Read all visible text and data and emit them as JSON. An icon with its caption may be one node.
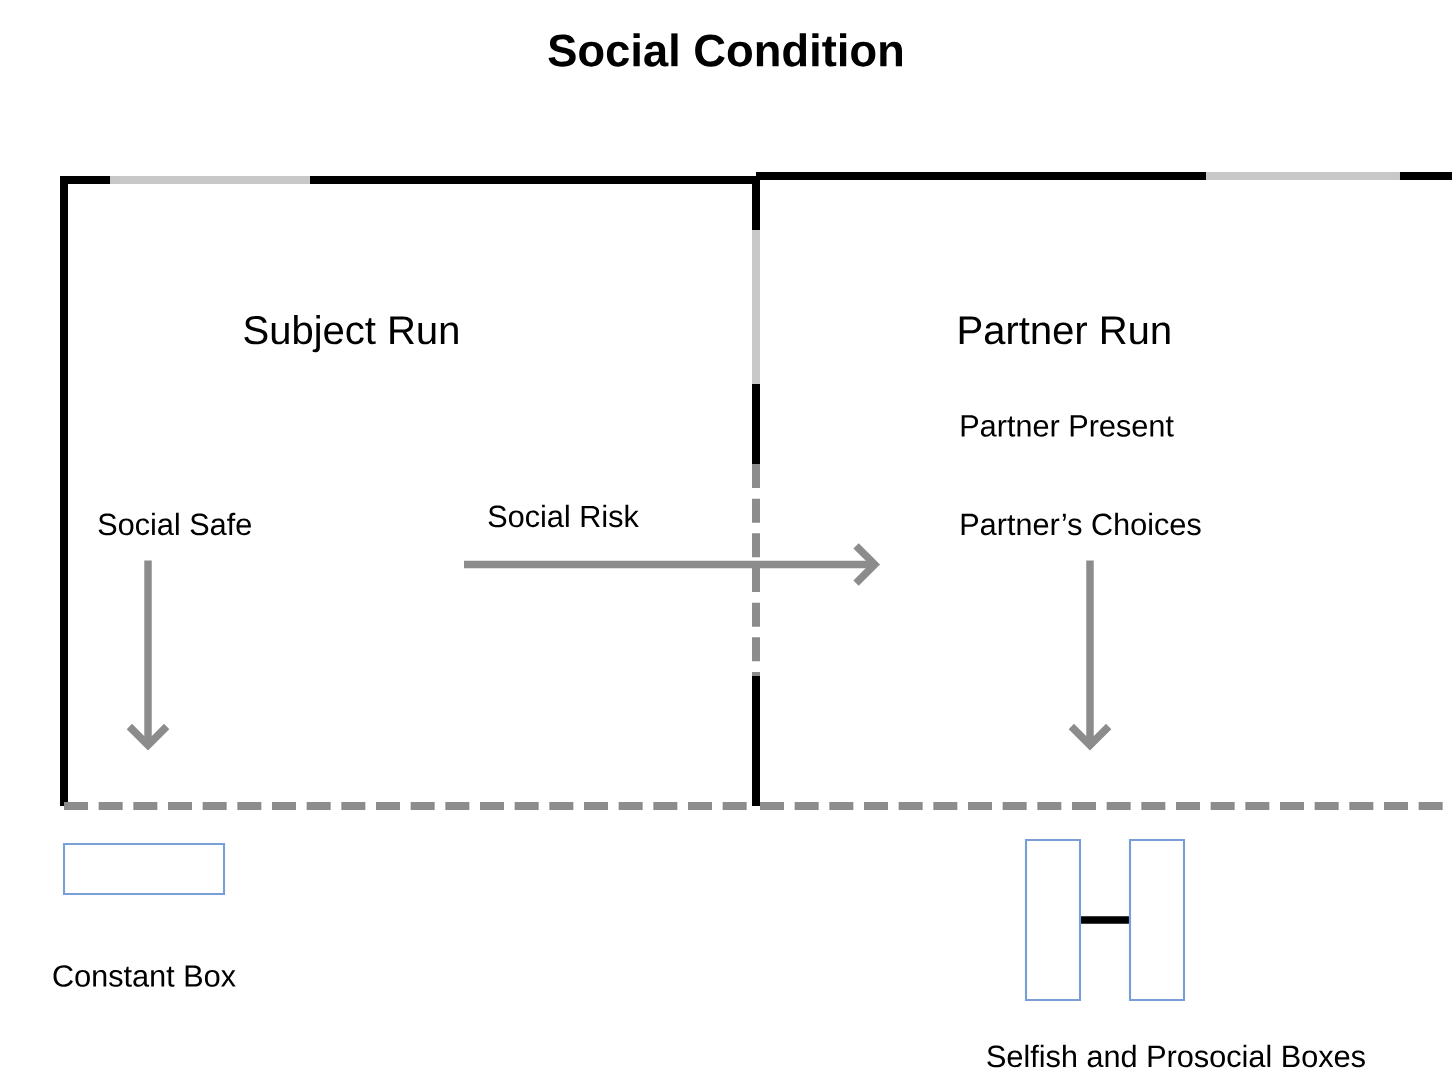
{
  "diagram": {
    "title": "Social Condition",
    "nodes": [
      {
        "text": [
          "Subject Run"
        ]
      },
      {
        "text": [
          "Partner Run"
        ]
      },
      {
        "text": [
          "Social Safe"
        ],
        "in": 0
      },
      {
        "text": [
          "Social Risk"
        ],
        "in": 0
      },
      {
        "text": [
          "Partner Present"
        ],
        "in": 1
      },
      {
        "text": [
          "Partner’s Choices"
        ],
        "in": 1
      },
      {
        "text": [],
        "shape": "box",
        "beside": [
          "Constant Box"
        ]
      },
      {
        "text": [],
        "shape": "box"
      },
      {
        "text": [],
        "shape": "box"
      }
    ],
    "edges": [
      {
        "from": 2,
        "to": null,
        "arrow": "to"
      },
      {
        "from": 3,
        "to": 5,
        "arrow": "to"
      },
      {
        "from": 5,
        "to": null,
        "arrow": "to"
      },
      {
        "from": 7,
        "to": 8,
        "arrow": "none",
        "color": "#000000"
      }
    ],
    "labels": [
      "Selfish and Prosocial Boxes"
    ]
  }
}
